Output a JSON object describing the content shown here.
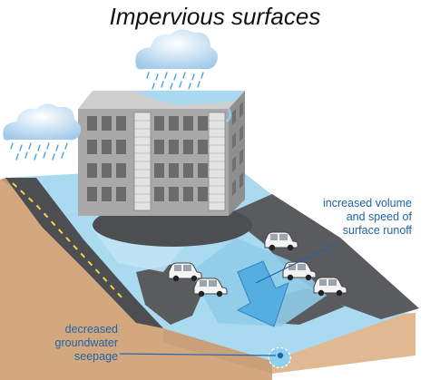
{
  "title": "Impervious surfaces",
  "labels": {
    "runoff": [
      "increased volume",
      "and speed of",
      "surface runoff"
    ],
    "seepage": [
      "decreased",
      "groundwater",
      "seepage"
    ]
  },
  "colors": {
    "water": "#9fd4ec",
    "water_dark": "#6bb9e0",
    "asphalt": "#555659",
    "soil": "#d6ab82",
    "soil_dark": "#c89a70",
    "building_front": "#aaaaaa",
    "building_side": "#939393",
    "window": "#6e6e6e",
    "cloud": "#d6e9f7",
    "label_text": "#1f63a8",
    "road_marking": "#f2d34a"
  },
  "icons": {
    "cloud_left": "rain-cloud-icon",
    "cloud_right": "rain-cloud-icon",
    "flow_arrow": "arrow-down-icon",
    "cars": "car-icon"
  }
}
